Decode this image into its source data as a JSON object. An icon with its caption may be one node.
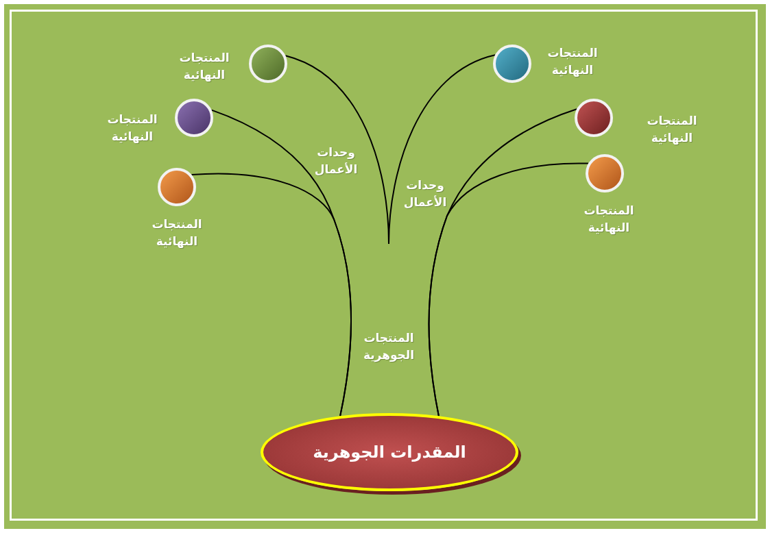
{
  "diagram": {
    "nodes": [
      {
        "text": [],
        "shape": "circle",
        "beside": [
          "المنتجات النهائية"
        ]
      },
      {
        "text": [],
        "shape": "circle",
        "beside": [
          "المنتجات النهائية"
        ]
      },
      {
        "text": [],
        "shape": "circle",
        "beside": [
          "المنتجات النهائية"
        ]
      },
      {
        "text": [],
        "shape": "circle",
        "beside": [
          "المنتجات النهائية"
        ]
      },
      {
        "text": [],
        "shape": "circle",
        "beside": [
          "المنتجات النهائية"
        ]
      },
      {
        "text": [],
        "shape": "circle",
        "beside": [
          "المنتجات النهائية"
        ]
      },
      {
        "text": [
          "المقدرات الجوهرية"
        ]
      }
    ],
    "edges": [
      {
        "from": 0,
        "to": 3,
        "arrow": "none"
      },
      {
        "from": 1,
        "to": 6,
        "arrow": "none"
      },
      {
        "from": 2,
        "to": 6,
        "arrow": "none"
      },
      {
        "from": 4,
        "to": 6,
        "arrow": "none"
      },
      {
        "from": 5,
        "to": 6,
        "arrow": "none"
      }
    ],
    "labels": [
      "وحدات الأعمال",
      "وحدات الأعمال",
      "المنتجات الجوهرية"
    ]
  }
}
